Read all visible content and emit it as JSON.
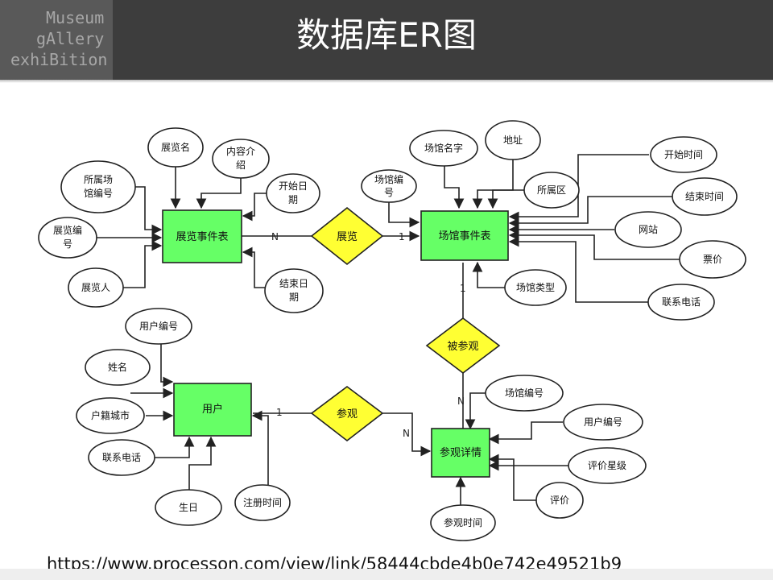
{
  "header": {
    "title": "数据库ER图",
    "logo": {
      "line1": "Museum",
      "line2": "gAllery",
      "line3": "exhiBition"
    }
  },
  "footer": {
    "url": "https://www.processon.com/view/link/58444cbde4b0e742e49521b9"
  },
  "colors": {
    "entity_fill": "#66ff66",
    "relation_fill": "#ffff33",
    "header_bg": "#3d3d3d",
    "logo_bg": "#595959"
  },
  "diagram": {
    "entities": {
      "exhibition_event": "展览事件表",
      "venue_event": "场馆事件表",
      "user": "用户",
      "visit_detail": "参观详情"
    },
    "relations": {
      "exhibit": "展览",
      "visited": "被参观",
      "visit": "参观"
    },
    "attributes": {
      "exhibition_name": "展览名",
      "content_intro": [
        "内容介",
        "绍"
      ],
      "venue_no_of": [
        "所属场",
        "馆编号"
      ],
      "start_date": [
        "开始日",
        "期"
      ],
      "exhibition_no": [
        "展览编",
        "号"
      ],
      "exhibitor": "展览人",
      "end_date": [
        "结束日",
        "期"
      ],
      "venue_name": "场馆名字",
      "address": "地址",
      "venue_no": [
        "场馆编",
        "号"
      ],
      "district": "所属区",
      "start_time": "开始时间",
      "end_time": "结束时间",
      "website": "网站",
      "ticket_price": "票价",
      "venue_type": "场馆类型",
      "venue_phone": "联系电话",
      "user_no": "用户编号",
      "name": "姓名",
      "residence_city": "户籍城市",
      "user_phone": "联系电话",
      "birthday": "生日",
      "register_time": "注册时间",
      "detail_venue_no": "场馆编号",
      "detail_user_no": "用户编号",
      "rating_level": "评价星级",
      "review": "评价",
      "visit_time": "参观时间"
    },
    "cardinality": {
      "exhibit_left": "N",
      "exhibit_right": "1",
      "visited_top": "1",
      "visited_bottom": "N",
      "visit_left": "1",
      "visit_right": "N"
    }
  }
}
